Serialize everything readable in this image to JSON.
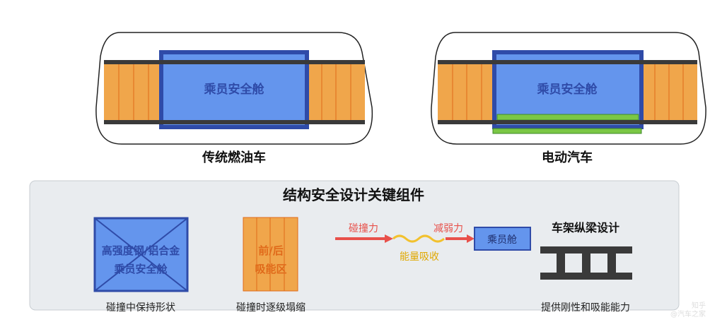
{
  "colors": {
    "cabin_blue": "#6495ED",
    "cabin_border": "#2F4BA8",
    "crush_orange": "#F0A64B",
    "crush_line": "#E06A1A",
    "rail_dark": "#3A3A3A",
    "battery_green": "#7BC745",
    "panel_bg": "#E9ECEF",
    "force_red": "#E8504A",
    "energy_yellow": "#F2C12E"
  },
  "cars": [
    {
      "cabin_label": "乘员安全舱",
      "title": "传统燃油车"
    },
    {
      "cabin_label": "乘员安全舱",
      "title": "电动汽车"
    }
  ],
  "panel": {
    "title": "结构安全设计关键组件",
    "cabin_box": {
      "line1": "高强度钢/铝合金",
      "line2": "乘员安全舱",
      "caption": "碰撞中保持形状"
    },
    "crumple_box": {
      "line1": "前/后",
      "line2": "吸能区",
      "caption": "碰撞时逐级塌缩"
    },
    "force_flow": {
      "impact_label": "碰撞力",
      "reduced_label": "减弱力",
      "absorb_label": "能量吸收",
      "target_label": "乘员舱"
    },
    "frame": {
      "title": "车架纵梁设计",
      "caption": "提供刚性和吸能能力"
    }
  },
  "watermark": {
    "line1": "知乎",
    "line2": "@汽车之家"
  }
}
